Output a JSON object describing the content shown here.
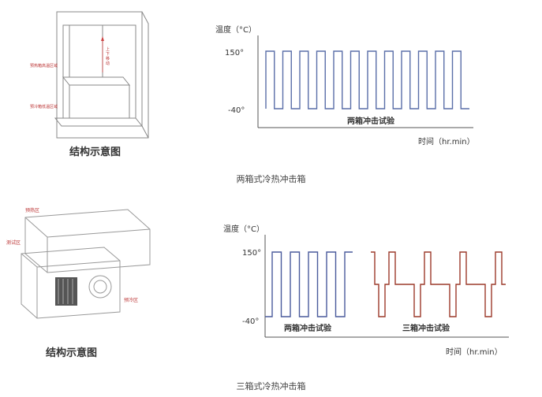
{
  "top": {
    "structure_label": "结构示意图",
    "caption": "两箱式冷热冲击箱",
    "illustration_labels": [
      "预热箱高温区域",
      "上下移动",
      "预冷箱低温区域"
    ],
    "chart": {
      "ylabel": "温度（°C）",
      "xlabel": "时间（hr.min）",
      "y_high_label": "150°",
      "y_low_label": "-40°",
      "series_label": "两箱冲击试验",
      "line_color": "#5a6ea8"
    }
  },
  "bottom": {
    "structure_label": "结构示意图",
    "caption": "三箱式冷热冲击箱",
    "illustration_labels": [
      "预热区",
      "测试区",
      "预冷区"
    ],
    "chart": {
      "ylabel": "温度（°C）",
      "xlabel": "时间（hr.min）",
      "y_high_label": "150°",
      "y_low_label": "-40°",
      "series1_label": "两箱冲击试验",
      "series2_label": "三箱冲击试验",
      "series1_color": "#4a5a9c",
      "series2_color": "#9c3a2a"
    }
  },
  "chart_data": [
    {
      "type": "line",
      "ylabel": "温度（°C）",
      "xlabel": "时间（hr.min）",
      "y_levels": [
        150,
        -40
      ],
      "series": [
        {
          "name": "两箱冲击试验",
          "pattern": "square",
          "high": 150,
          "low": -40,
          "cycles": 12
        }
      ]
    },
    {
      "type": "line",
      "ylabel": "温度（°C）",
      "xlabel": "时间（hr.min）",
      "y_levels": [
        150,
        -40
      ],
      "series": [
        {
          "name": "两箱冲击试验",
          "pattern": "square",
          "high": 150,
          "low": -40,
          "cycles": 4
        },
        {
          "name": "三箱冲击试验",
          "pattern": "three-step",
          "high": 150,
          "low": -40,
          "cycles": 4
        }
      ]
    }
  ]
}
